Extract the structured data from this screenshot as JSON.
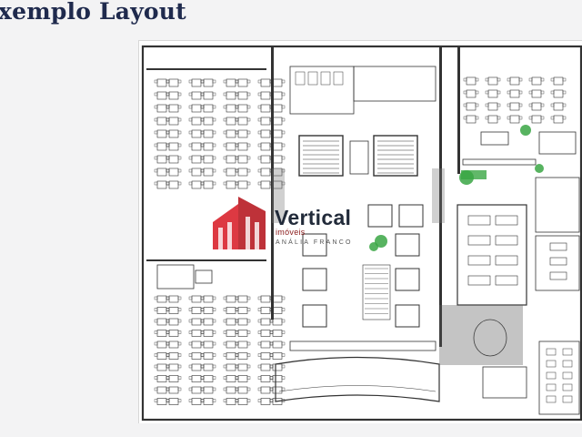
{
  "page": {
    "title": "xemplo Layout"
  },
  "watermark": {
    "brand": "Vertical",
    "sub_brand": "imóveis",
    "tagline": "ANÁLIA FRANCO"
  },
  "colors": {
    "heading": "#1f2a4d",
    "plan_line": "#333333",
    "vegetation": "#3aa644",
    "logo_red": "#d9232d"
  }
}
